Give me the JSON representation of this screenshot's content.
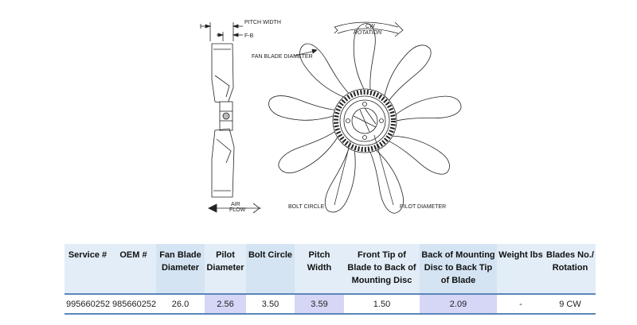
{
  "diagram": {
    "labels": {
      "pitch_width": "PITCH WIDTH",
      "f_b": "F-B",
      "fan_blade_diameter": "FAN BLADE DIAMETER",
      "bolt_circle": "BOLT CIRCLE",
      "pilot_diameter": "PILOT DIAMETER",
      "rotation_top": "CW",
      "rotation_bottom": "ROTATION",
      "air_top": "AIR",
      "air_bottom": "FLOW"
    }
  },
  "table": {
    "headers": [
      {
        "text": "Service #",
        "highlight": false
      },
      {
        "text": "OEM #",
        "highlight": false
      },
      {
        "text": "Fan Blade Diameter",
        "highlight": true
      },
      {
        "text": "Pilot Diameter",
        "highlight": false
      },
      {
        "text": "Bolt Circle",
        "highlight": true
      },
      {
        "text": "Pitch Width",
        "highlight": false
      },
      {
        "text": "Front Tip of Blade to Back of Mounting Disc",
        "highlight": false
      },
      {
        "text": "Back of Mounting Disc to Back Tip of Blade",
        "highlight": true
      },
      {
        "text": "Weight lbs",
        "highlight": false
      },
      {
        "text": "Blades No./ Rotation",
        "highlight": false
      }
    ],
    "rows": [
      {
        "cells": [
          {
            "text": "995660252",
            "highlight": false
          },
          {
            "text": "985660252",
            "highlight": false
          },
          {
            "text": "26.0",
            "highlight": false
          },
          {
            "text": "2.56",
            "highlight": true
          },
          {
            "text": "3.50",
            "highlight": false
          },
          {
            "text": "3.59",
            "highlight": true
          },
          {
            "text": "1.50",
            "highlight": false
          },
          {
            "text": "2.09",
            "highlight": true
          },
          {
            "text": "-",
            "highlight": false
          },
          {
            "text": "9 CW",
            "highlight": false
          }
        ]
      }
    ]
  }
}
